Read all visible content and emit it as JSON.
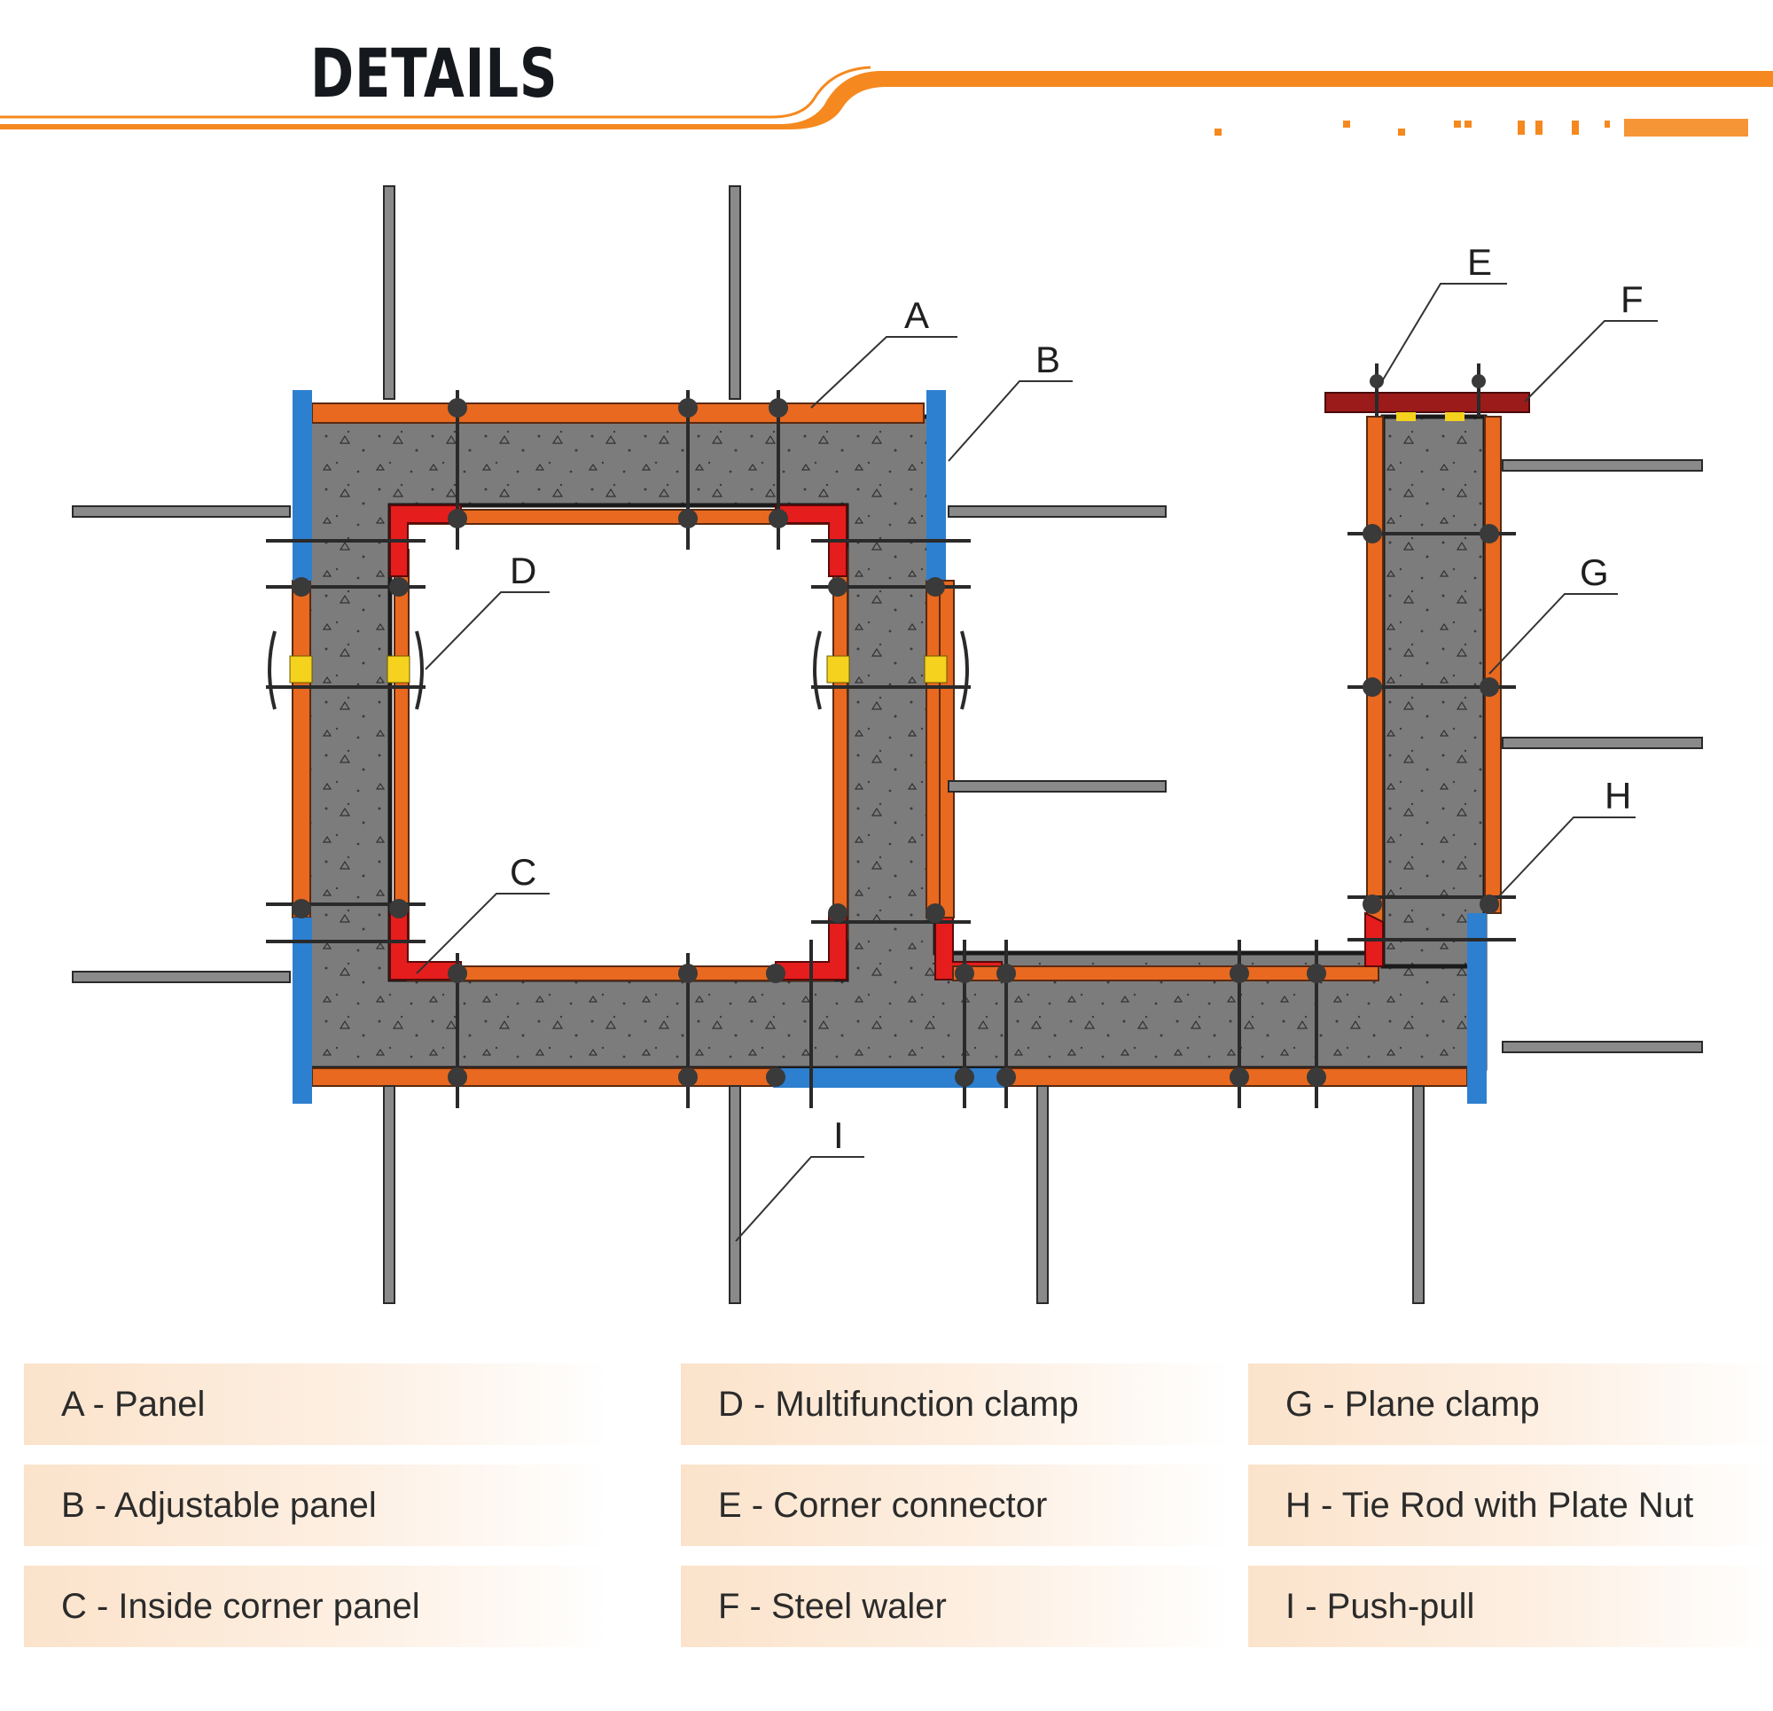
{
  "header": {
    "title": "DETAILS"
  },
  "colors": {
    "accent_orange": "#f5891f",
    "panel_orange": "#e8691f",
    "inside_corner_red": "#e51d1d",
    "adjustable_blue": "#2d7fd0",
    "concrete_gray": "#7c7c7c",
    "waler_red": "#9b1a1a",
    "clamp_yellow": "#f4d21e"
  },
  "callouts": {
    "a": "A",
    "b": "B",
    "c": "C",
    "d": "D",
    "e": "E",
    "f": "F",
    "g": "G",
    "h": "H",
    "i": "I"
  },
  "legend": [
    {
      "label": "A - Panel"
    },
    {
      "label": "B - Adjustable panel"
    },
    {
      "label": "C - Inside corner panel"
    },
    {
      "label": "D - Multifunction clamp"
    },
    {
      "label": "E - Corner connector"
    },
    {
      "label": "F - Steel waler"
    },
    {
      "label": "G - Plane clamp"
    },
    {
      "label": "H - Tie Rod with Plate Nut"
    },
    {
      "label": "I - Push-pull"
    }
  ]
}
